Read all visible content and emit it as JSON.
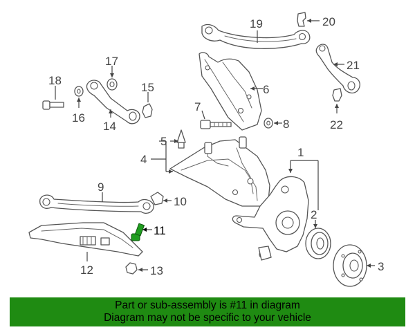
{
  "labels": {
    "p1": "1",
    "p2": "2",
    "p3": "3",
    "p4": "4",
    "p5": "5",
    "p6": "6",
    "p7": "7",
    "p8": "8",
    "p9": "9",
    "p10": "10",
    "p11": "11",
    "p12": "12",
    "p13": "13",
    "p14": "14",
    "p15": "15",
    "p16": "16",
    "p17": "17",
    "p18": "18",
    "p19": "19",
    "p20": "20",
    "p21": "21",
    "p22": "22"
  },
  "highlighted_part": "11",
  "colors": {
    "banner": "#1f8b12",
    "highlight": "#1f9d1f",
    "line": "#555555"
  },
  "banner": {
    "line1": "Part or sub-assembly is #11 in diagram",
    "line2": "Diagram may not be specific to your vehicle"
  }
}
